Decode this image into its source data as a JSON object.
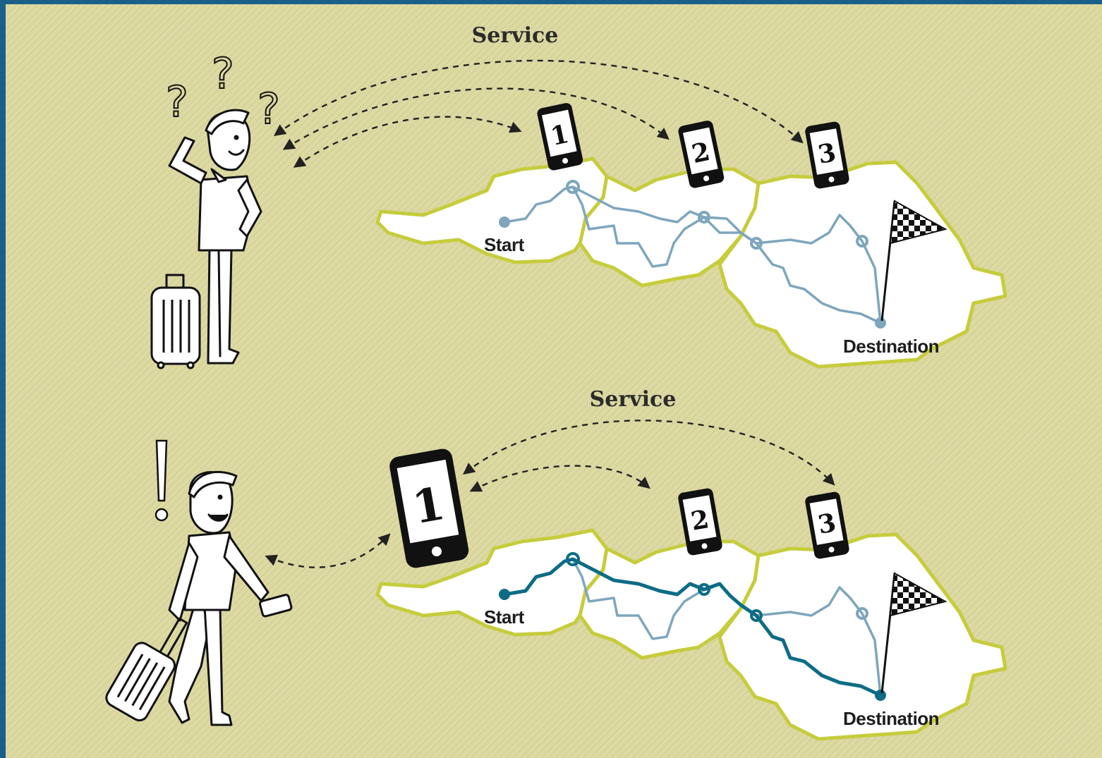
{
  "colors": {
    "frame": "#1a5f8a",
    "background": "#dcd9a3",
    "map_outline": "#c6cc3c",
    "map_fill": "#ffffff",
    "route_light": "#7ea6bd",
    "route_dark": "#0d6c85"
  },
  "top_panel": {
    "service_label": "Service",
    "phones": [
      "1",
      "2",
      "3"
    ],
    "start_label": "Start",
    "destination_label": "Destination",
    "person_state": "confused"
  },
  "bottom_panel": {
    "service_label": "Service",
    "phones": [
      "1",
      "2",
      "3"
    ],
    "start_label": "Start",
    "destination_label": "Destination",
    "person_state": "happy"
  },
  "icons": [
    "person-confused-icon",
    "question-mark-icon",
    "suitcase-icon",
    "smartphone-icon",
    "checkered-flag-icon",
    "person-walking-icon",
    "exclamation-icon"
  ]
}
